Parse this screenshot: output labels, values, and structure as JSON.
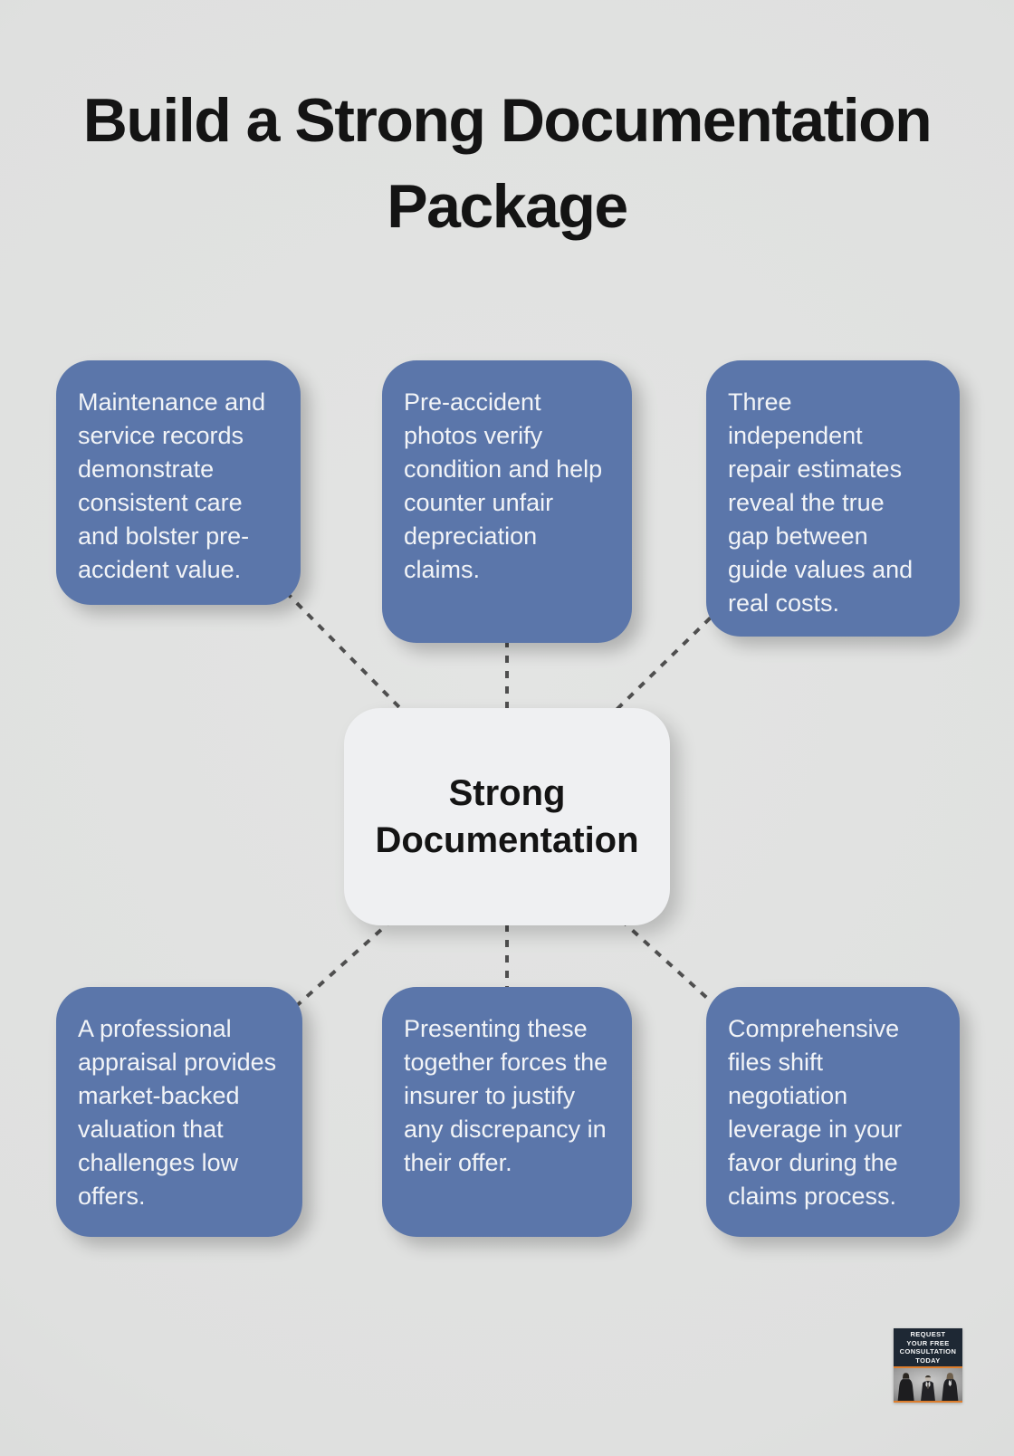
{
  "page": {
    "title": "Build a Strong Documentation Package"
  },
  "diagram": {
    "center": {
      "label": "Strong Documentation"
    },
    "nodes": [
      {
        "id": "maintenance-records",
        "text": "Maintenance and service records demonstrate consistent care and bolster pre-accident value."
      },
      {
        "id": "pre-accident-photos",
        "text": "Pre-accident photos verify condition and help counter unfair depreciation claims."
      },
      {
        "id": "repair-estimates",
        "text": "Three independent repair estimates reveal the true gap between guide values and real costs."
      },
      {
        "id": "professional-appraisal",
        "text": "A professional appraisal provides market-backed valuation that challenges low offers."
      },
      {
        "id": "presenting-together",
        "text": "Presenting these together forces the insurer to justify any discrepancy in their offer."
      },
      {
        "id": "comprehensive-files",
        "text": "Comprehensive files shift negotiation leverage in your favor during the claims process."
      }
    ]
  },
  "cta_badge": {
    "lines": [
      "REQUEST",
      "YOUR FREE",
      "CONSULTATION",
      "TODAY"
    ],
    "icon": "team-photo"
  },
  "colors": {
    "bg": "#dfe0df",
    "node-blue": "#5b76aa",
    "node-text": "#f2f4f7",
    "center-bg": "#eff0f2",
    "ink": "#141414",
    "connector": "#4f4f4f",
    "cta-bg": "#1e2834",
    "cta-accent": "#dd7e2e"
  }
}
